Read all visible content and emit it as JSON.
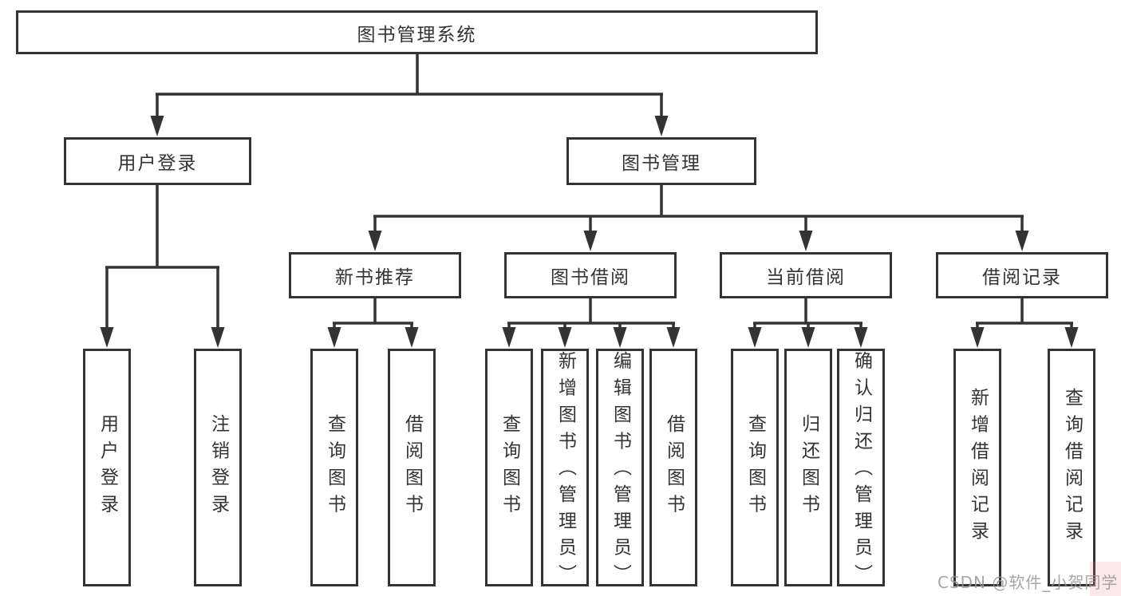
{
  "tree": {
    "label": "图书管理系统",
    "children": [
      {
        "label": "用户登录",
        "children": [
          {
            "label": "用户登录"
          },
          {
            "label": "注销登录"
          }
        ]
      },
      {
        "label": "图书管理",
        "children": [
          {
            "label": "新书推荐",
            "children": [
              {
                "label": "查询图书"
              },
              {
                "label": "借阅图书"
              }
            ]
          },
          {
            "label": "图书借阅",
            "children": [
              {
                "label": "查询图书"
              },
              {
                "label": "新增图书（管理员）"
              },
              {
                "label": "编辑图书（管理员）"
              },
              {
                "label": "借阅图书"
              }
            ]
          },
          {
            "label": "当前借阅",
            "children": [
              {
                "label": "查询图书"
              },
              {
                "label": "归还图书"
              },
              {
                "label": "确认归还（管理员）"
              }
            ]
          },
          {
            "label": "借阅记录",
            "children": [
              {
                "label": "新增借阅记录"
              },
              {
                "label": "查询借阅记录"
              }
            ]
          }
        ]
      }
    ]
  },
  "watermark": {
    "text": "CSDN @软件_小贺同学"
  },
  "colors": {
    "line": "#333333",
    "text": "#333333",
    "background": "#ffffff",
    "watermark": "#969696"
  }
}
